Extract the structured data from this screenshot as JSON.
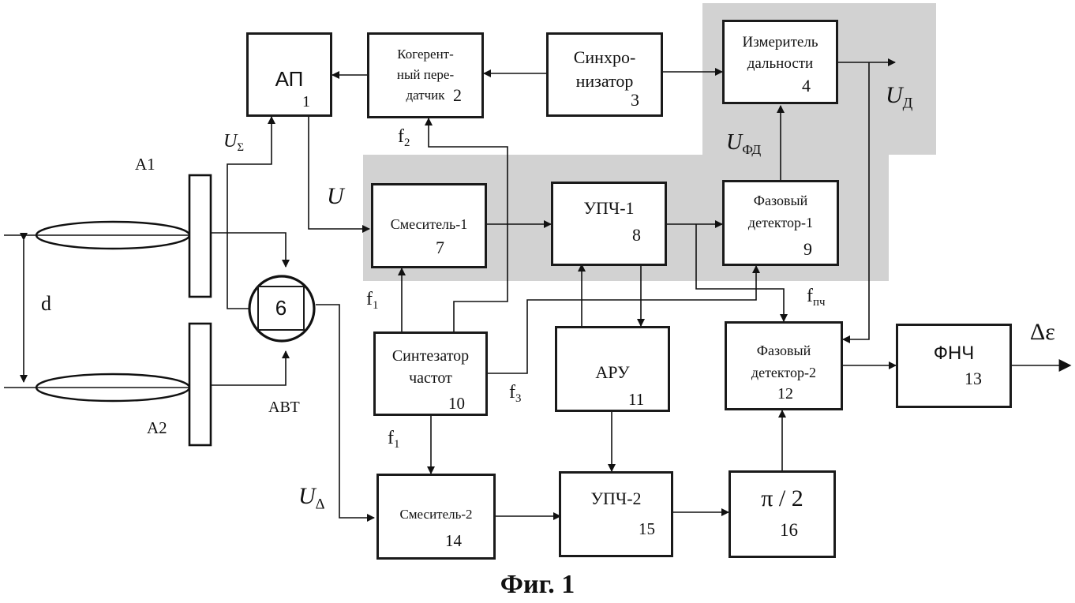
{
  "blocks": {
    "ap": {
      "label": "АП",
      "num": "1"
    },
    "coh_tx": {
      "label": "Когерент-\nный пере-\nдатчик",
      "num": "2"
    },
    "sync": {
      "label": "Синхро-\nнизатор",
      "num": "3"
    },
    "range": {
      "label": "Измеритель\nдальности",
      "num": "4"
    },
    "bsum": {
      "num": "6"
    },
    "mixer1": {
      "label": "Смеситель-1",
      "num": "7"
    },
    "ifa1": {
      "label": "УПЧ-1",
      "num": "8"
    },
    "pd1": {
      "label": "Фазовый\nдетектор-1",
      "num": "9"
    },
    "synth": {
      "label": "Синтезатор\nчастот",
      "num": "10"
    },
    "agc": {
      "label": "АРУ",
      "num": "11"
    },
    "pd2": {
      "label": "Фазовый\nдетектор-2",
      "num": "12"
    },
    "lpf": {
      "label": "ФНЧ",
      "num": "13"
    },
    "mixer2": {
      "label": "Смеситель-2",
      "num": "14"
    },
    "ifa2": {
      "label": "УПЧ-2",
      "num": "15"
    },
    "phase": {
      "label": "π / 2",
      "num": "16"
    }
  },
  "signals": {
    "u_sum_main": "U",
    "u_sum_sub": "Σ",
    "u": "U",
    "u_delta_main": "U",
    "u_delta_sub": "Δ",
    "u_range_main": "U",
    "u_range_sub": "Д",
    "u_pd_main": "U",
    "u_pd_sub": "ФД",
    "f2_main": "f",
    "f2_sub": "2",
    "f1a_main": "f",
    "f1a_sub": "1",
    "f1b_main": "f",
    "f1b_sub": "1",
    "f3_main": "f",
    "f3_sub": "3",
    "fif_main": "f",
    "fif_sub": "пч",
    "delta_eps": "Δε"
  },
  "antennas": {
    "a1": "A1",
    "a2": "A2",
    "baseline": "d",
    "avt": "АВТ"
  },
  "caption": "Фиг. 1"
}
